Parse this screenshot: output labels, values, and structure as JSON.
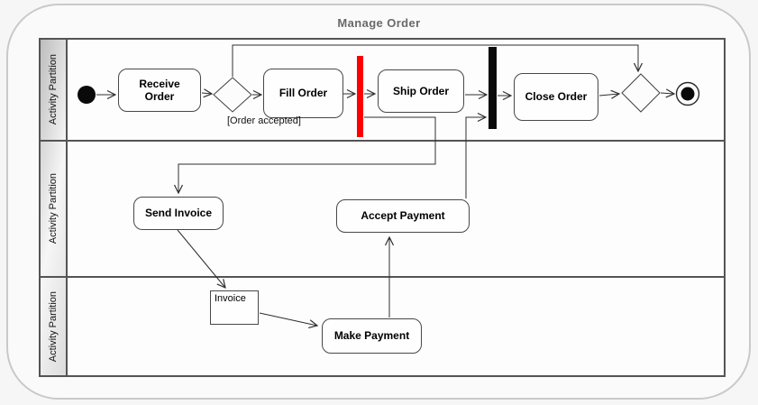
{
  "diagram": {
    "title": "Manage Order",
    "lanes": [
      {
        "label": "Activity Partition"
      },
      {
        "label": "Activity Partition"
      },
      {
        "label": "Activity Partition"
      }
    ],
    "nodes": {
      "receive_order": {
        "label": "Receive Order"
      },
      "fill_order": {
        "label": "Fill Order"
      },
      "ship_order": {
        "label": "Ship Order"
      },
      "close_order": {
        "label": "Close Order"
      },
      "send_invoice": {
        "label": "Send Invoice"
      },
      "accept_payment": {
        "label": "Accept Payment"
      },
      "make_payment": {
        "label": "Make Payment"
      },
      "invoice": {
        "label": "Invoice"
      }
    },
    "guards": {
      "order_accepted": "[Order accepted]"
    },
    "colors": {
      "fork_bar": "#ff0000",
      "join_bar": "#0a0a0a",
      "edge": "#2e2e2e",
      "frame_border": "#c9c9c9",
      "lane_border": "#545454"
    }
  }
}
